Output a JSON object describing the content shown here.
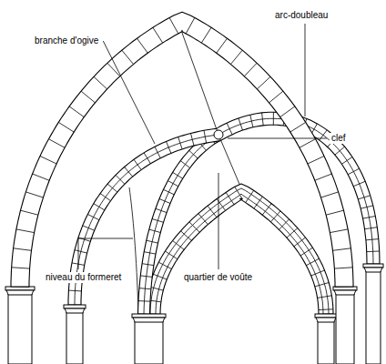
{
  "diagram": {
    "labels": [
      "branche d'ogive",
      "arc-doubleau",
      "clef",
      "niveau du formeret",
      "quartier de voûte"
    ]
  }
}
